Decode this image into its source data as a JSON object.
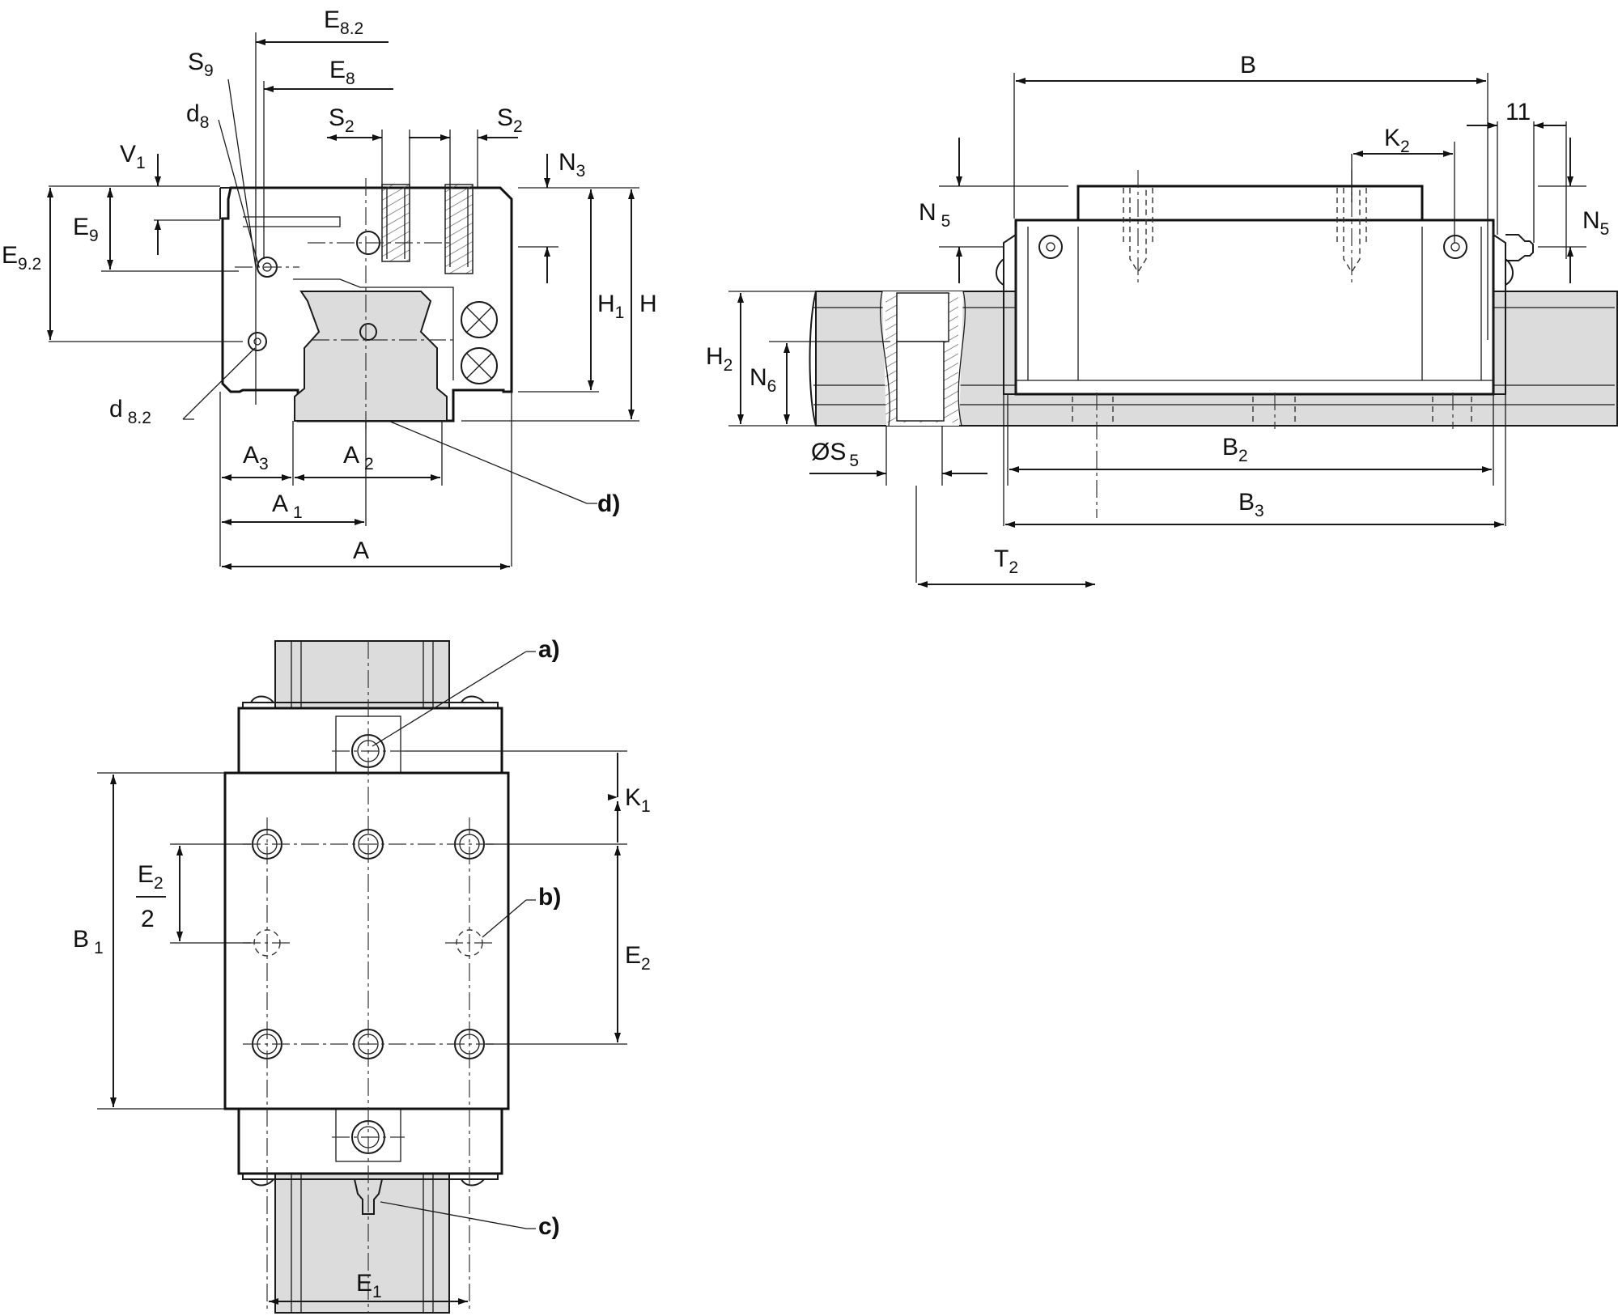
{
  "labels": {
    "E8_2": {
      "main": "E",
      "sub": "8.2"
    },
    "E8": {
      "main": "E",
      "sub": "8"
    },
    "S9": {
      "main": "S",
      "sub": "9"
    },
    "d8": {
      "main": "d",
      "sub": "8"
    },
    "S2_left": {
      "main": "S",
      "sub": "2"
    },
    "S2_right": {
      "main": "S",
      "sub": "2"
    },
    "V1": {
      "main": "V",
      "sub": "1"
    },
    "N3": {
      "main": "N",
      "sub": "3"
    },
    "E9": {
      "main": "E",
      "sub": "9"
    },
    "E9_2": {
      "main": "E",
      "sub": "9.2"
    },
    "H1": {
      "main": "H",
      "sub": "1"
    },
    "H": {
      "main": "H",
      "sub": ""
    },
    "d8_2": {
      "main": "d",
      "sub": "8.2"
    },
    "A3": {
      "main": "A",
      "sub": "3"
    },
    "A2": {
      "main": "A",
      "sub": "2"
    },
    "A1": {
      "main": "A",
      "sub": "1"
    },
    "A": {
      "main": "A",
      "sub": ""
    },
    "B": {
      "main": "B",
      "sub": ""
    },
    "dim11": {
      "main": "11",
      "sub": ""
    },
    "K2": {
      "main": "K",
      "sub": "2"
    },
    "N5_left": {
      "main": "N",
      "sub": "5"
    },
    "N5_right": {
      "main": "N",
      "sub": "5"
    },
    "H2": {
      "main": "H",
      "sub": "2"
    },
    "N6": {
      "main": "N",
      "sub": "6"
    },
    "S5": {
      "main": "ØS",
      "sub": "5"
    },
    "B2": {
      "main": "B",
      "sub": "2"
    },
    "B3": {
      "main": "B",
      "sub": "3"
    },
    "T2": {
      "main": "T",
      "sub": "2"
    },
    "K1": {
      "main": "K",
      "sub": "1"
    },
    "B1": {
      "main": "B",
      "sub": "1"
    },
    "E2_half_num": {
      "main": "E",
      "sub": "2"
    },
    "E2_half_den": {
      "main": "2",
      "sub": ""
    },
    "E2": {
      "main": "E",
      "sub": "2"
    },
    "E1": {
      "main": "E",
      "sub": "1"
    }
  },
  "callouts": {
    "a": "a)",
    "b": "b)",
    "c": "c)",
    "d": "d)"
  }
}
